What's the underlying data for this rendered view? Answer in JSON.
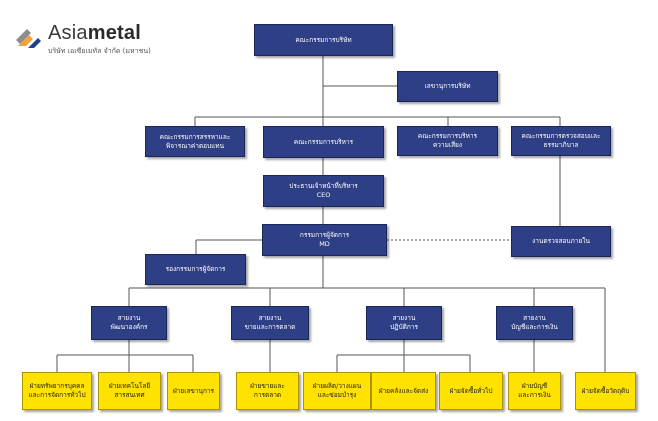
{
  "logo": {
    "name_light": "Asia",
    "name_bold": "metal",
    "subtitle": "บริษัท เอเซียเมทัล จำกัด (มหาชน)",
    "icon": "asia-metal-logo-icon"
  },
  "colors": {
    "box_blue": "#2f3f86",
    "box_yellow": "#ffe200",
    "line": "#555555"
  },
  "chart": {
    "board": "คณะกรรมการบริษัท",
    "secretary": "เลขานุการบริษัท",
    "committees": [
      "คณะกรรมการสรรหาและพิจารณาค่าตอบแทน",
      "คณะกรรมการบริหาร",
      "คณะกรรมการบริหารความเสี่ยง",
      "คณะกรรมการตรวจสอบและธรรมาภิบาล"
    ],
    "ceo": {
      "line1": "ประธานเจ้าหน้าที่บริหาร",
      "line2": "CEO"
    },
    "md": {
      "line1": "กรรมการผู้จัดการ",
      "line2": "MD"
    },
    "internal_audit": "งานตรวจสอบภายใน",
    "deputy_md": "รองกรรมการผู้จัดการ",
    "divisions": [
      {
        "line1": "สายงาน",
        "line2": "พัฒนาองค์กร"
      },
      {
        "line1": "สายงาน",
        "line2": "ขายและการตลาด"
      },
      {
        "line1": "สายงาน",
        "line2": "ปฏิบัติการ"
      },
      {
        "line1": "สายงาน",
        "line2": "บัญชีและการเงิน"
      }
    ],
    "departments": [
      {
        "line1": "ฝ่ายทรัพยากรบุคคล",
        "line2": "และการจัดการทั่วไป"
      },
      {
        "line1": "ฝ่ายเทคโนโลยี",
        "line2": "สารสนเทศ"
      },
      {
        "line1": "ฝ่ายเลขานุการ",
        "line2": ""
      },
      {
        "line1": "ฝ่ายขายและ",
        "line2": "การตลาด"
      },
      {
        "line1": "ฝ่ายผลิต/วางแผน",
        "line2": "และซ่อมบำรุง"
      },
      {
        "line1": "ฝ่ายคลังและจัดส่ง",
        "line2": ""
      },
      {
        "line1": "ฝ่ายจัดซื้อทั่วไป",
        "line2": ""
      },
      {
        "line1": "ฝ่ายบัญชี",
        "line2": "และการเงิน"
      },
      {
        "line1": "ฝ่ายจัดซื้อวัตถุดิบ",
        "line2": ""
      }
    ]
  }
}
